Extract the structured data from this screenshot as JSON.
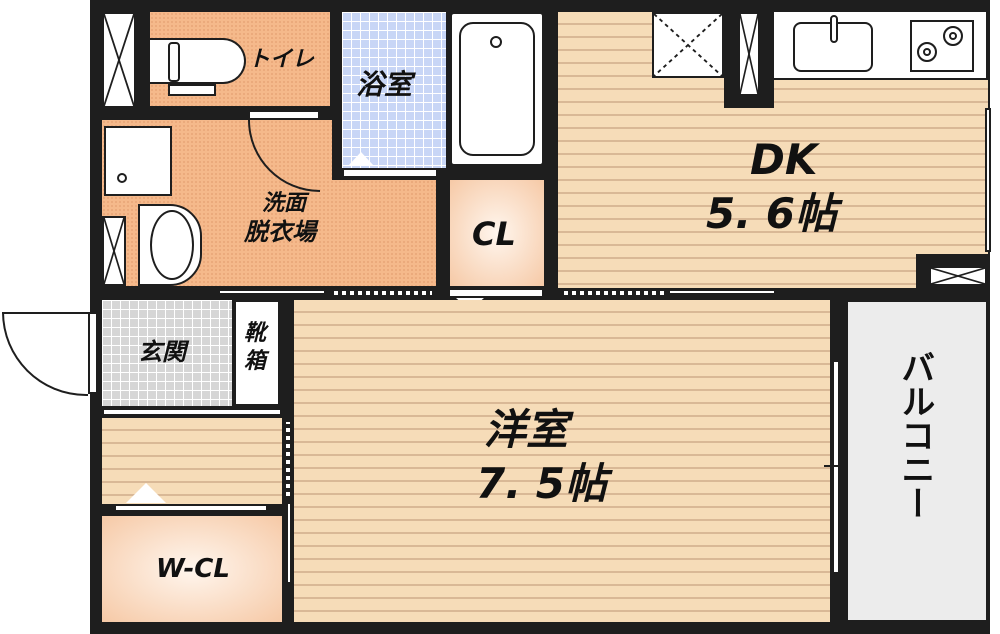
{
  "floorplan": {
    "rooms": [
      {
        "id": "toilet",
        "label": "トイレ"
      },
      {
        "id": "bathroom",
        "label": "浴室"
      },
      {
        "id": "washroom",
        "label_line1": "洗面",
        "label_line2": "脱衣場"
      },
      {
        "id": "closet",
        "label": "CL"
      },
      {
        "id": "dining_kitchen",
        "label": "DK",
        "size": "5. 6帖"
      },
      {
        "id": "entrance",
        "label": "玄関"
      },
      {
        "id": "shoe_box",
        "label_line1": "靴",
        "label_line2": "箱"
      },
      {
        "id": "western_room",
        "label": "洋室",
        "size": "7. 5帖"
      },
      {
        "id": "walk_in_closet",
        "label": "W-CL"
      },
      {
        "id": "balcony",
        "label": "バルコニー"
      }
    ],
    "colors": {
      "wall": "#1e1e1e",
      "wood_floor": "#f6dcb8",
      "wet_area": "#f5b98b",
      "bath_tile": "#c8d6f6",
      "entrance_tile": "#d6d6d6",
      "balcony": "#ececec"
    }
  }
}
